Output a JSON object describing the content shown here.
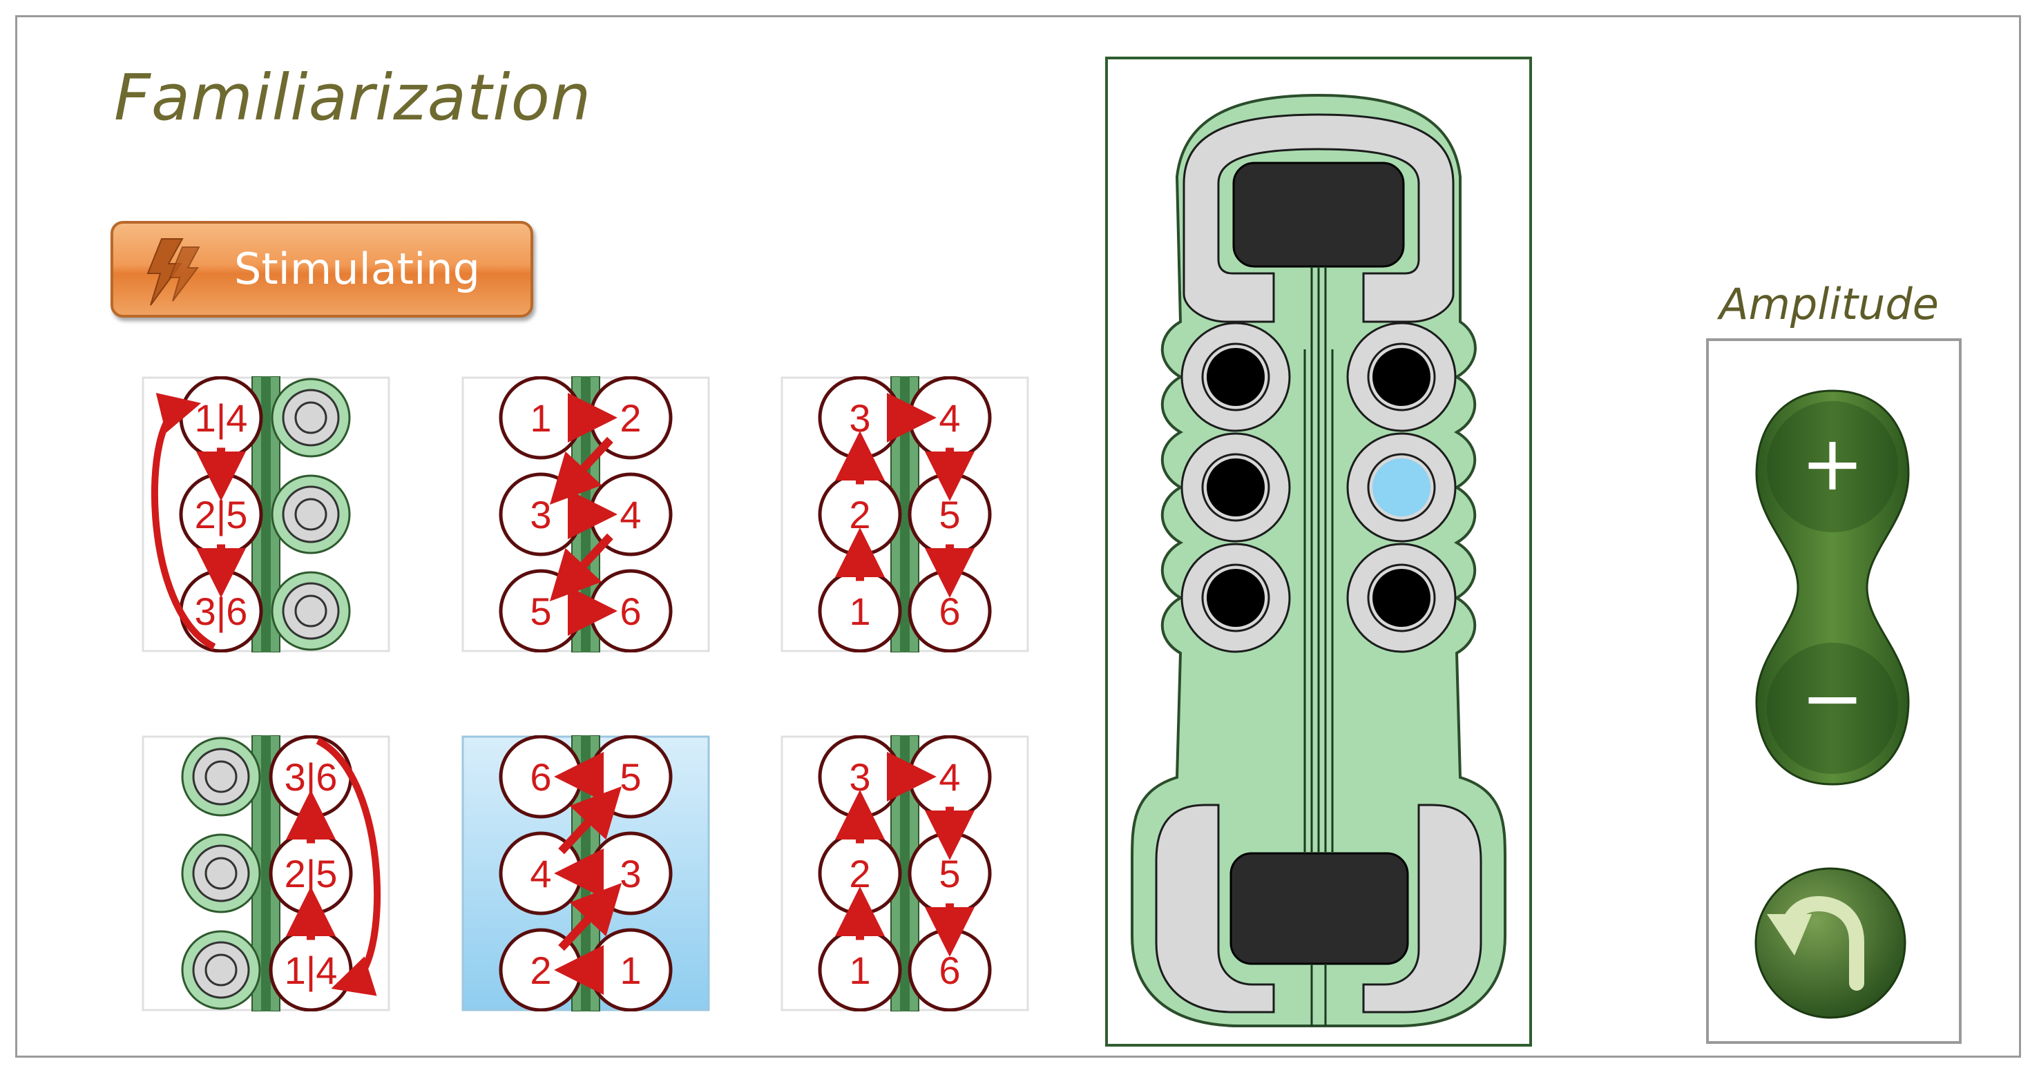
{
  "title": "Familiarization",
  "stimulate_button": {
    "label": "Stimulating",
    "icon": "lightning-icon",
    "color": "#f19a56"
  },
  "patterns": [
    {
      "row": 1,
      "col": 1,
      "selected": false,
      "left": [
        "1|4",
        "2|5",
        "3|6"
      ],
      "right": [
        "",
        "",
        ""
      ]
    },
    {
      "row": 1,
      "col": 2,
      "selected": false,
      "left": [
        "1",
        "3",
        "5"
      ],
      "right": [
        "2",
        "4",
        "6"
      ]
    },
    {
      "row": 1,
      "col": 3,
      "selected": false,
      "left": [
        "3",
        "2",
        "1"
      ],
      "right": [
        "4",
        "5",
        "6"
      ]
    },
    {
      "row": 2,
      "col": 1,
      "selected": false,
      "left": [
        "",
        "",
        ""
      ],
      "right": [
        "3|6",
        "2|5",
        "1|4"
      ]
    },
    {
      "row": 2,
      "col": 2,
      "selected": true,
      "left": [
        "6",
        "4",
        "2"
      ],
      "right": [
        "5",
        "3",
        "1"
      ]
    },
    {
      "row": 2,
      "col": 3,
      "selected": false,
      "left": [
        "3",
        "2",
        "1"
      ],
      "right": [
        "4",
        "5",
        "6"
      ]
    }
  ],
  "electrode": {
    "active_contact_color": "#8dd3f3",
    "inactive_contact_color": "#000000",
    "pad_color": "#2b2b2b"
  },
  "amplitude": {
    "label": "Amplitude",
    "plus": "+",
    "minus": "−",
    "reset_icon": "undo-icon"
  },
  "colors": {
    "accent_green": "#4d7a2c",
    "arrow_red": "#d11a1a",
    "skin_green": "#a9dbaf"
  }
}
